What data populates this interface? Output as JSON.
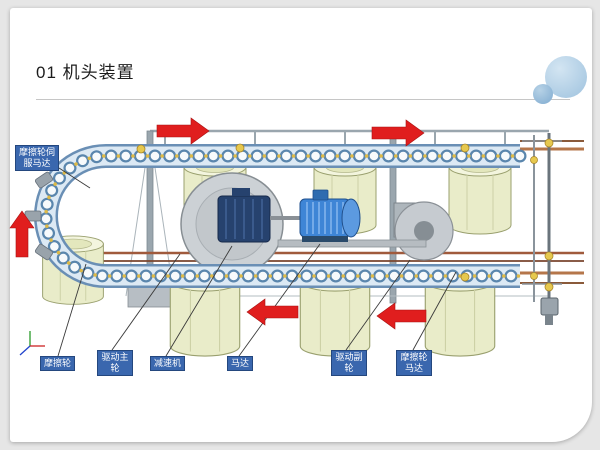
{
  "slide": {
    "title": "01 机头装置"
  },
  "annotations": [
    {
      "id": "friction-wheel-servo-motor",
      "text": "摩擦轮伺服马达"
    },
    {
      "id": "friction-wheel",
      "text": "摩擦轮"
    },
    {
      "id": "drive-main-wheel",
      "text": "驱动主轮"
    },
    {
      "id": "reducer",
      "text": "减速机"
    },
    {
      "id": "motor",
      "text": "马达"
    },
    {
      "id": "drive-sub-wheel",
      "text": "驱动副轮"
    },
    {
      "id": "friction-wheel-motor",
      "text": "摩擦轮马达"
    }
  ],
  "arrows": [
    {
      "direction": "right",
      "position": "top-left"
    },
    {
      "direction": "right",
      "position": "top-right"
    },
    {
      "direction": "up",
      "position": "left"
    },
    {
      "direction": "left",
      "position": "bottom-center"
    },
    {
      "direction": "left",
      "position": "bottom-right"
    }
  ],
  "colors": {
    "label_bg": "#3a67ae",
    "arrow_red": "#e01e1e",
    "track_blue": "#6a8fb5",
    "drum_yellow": "#e9ecc9",
    "motor_blue": "#3e85d6",
    "deco_circle_blue": "#aecde5"
  },
  "icons": {
    "coordinate_axis": "axis-triad-icon",
    "decorative": "bubble-circles-icon"
  }
}
